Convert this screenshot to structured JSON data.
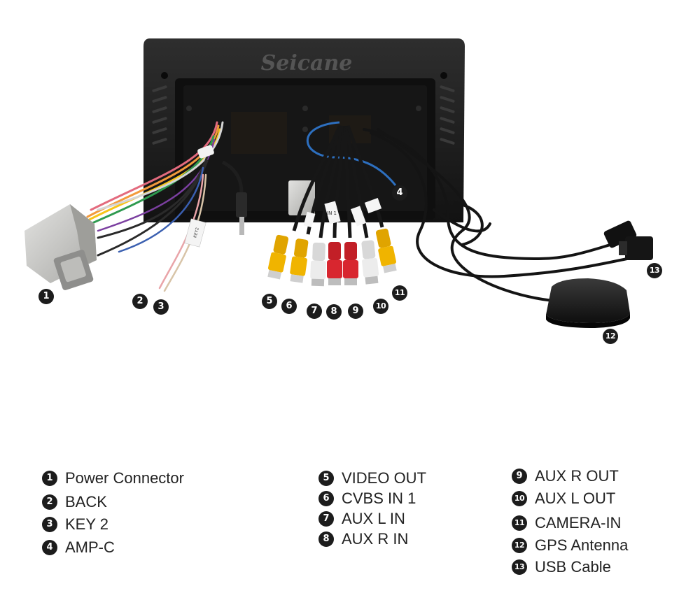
{
  "brand": "Seicane",
  "tag_texts": [
    "IN 1",
    "KEY2"
  ],
  "markers": [
    "1",
    "2",
    "3",
    "4",
    "5",
    "6",
    "7",
    "8",
    "9",
    "10",
    "11",
    "12",
    "13"
  ],
  "legend": {
    "col1": [
      {
        "num": "1",
        "label": "Power Connector"
      },
      {
        "num": "2",
        "label": "BACK"
      },
      {
        "num": "3",
        "label": "KEY 2"
      },
      {
        "num": "4",
        "label": "AMP-C"
      }
    ],
    "col2": [
      {
        "num": "5",
        "label": "VIDEO OUT"
      },
      {
        "num": "6",
        "label": "CVBS IN 1"
      },
      {
        "num": "7",
        "label": "AUX L IN"
      },
      {
        "num": "8",
        "label": "AUX R IN"
      }
    ],
    "col3": [
      {
        "num": "9",
        "label": "AUX R OUT"
      },
      {
        "num": "10",
        "label": "AUX L OUT"
      },
      {
        "num": "11",
        "label": "CAMERA-IN"
      },
      {
        "num": "12",
        "label": "GPS Antenna"
      },
      {
        "num": "13",
        "label": "USB Cable"
      }
    ]
  },
  "colors": {
    "panel": "#1b1b1b",
    "rca_yellow": "#f0b400",
    "rca_white": "#ececec",
    "rca_red": "#d8262f",
    "marker": "#1c1c1c"
  }
}
